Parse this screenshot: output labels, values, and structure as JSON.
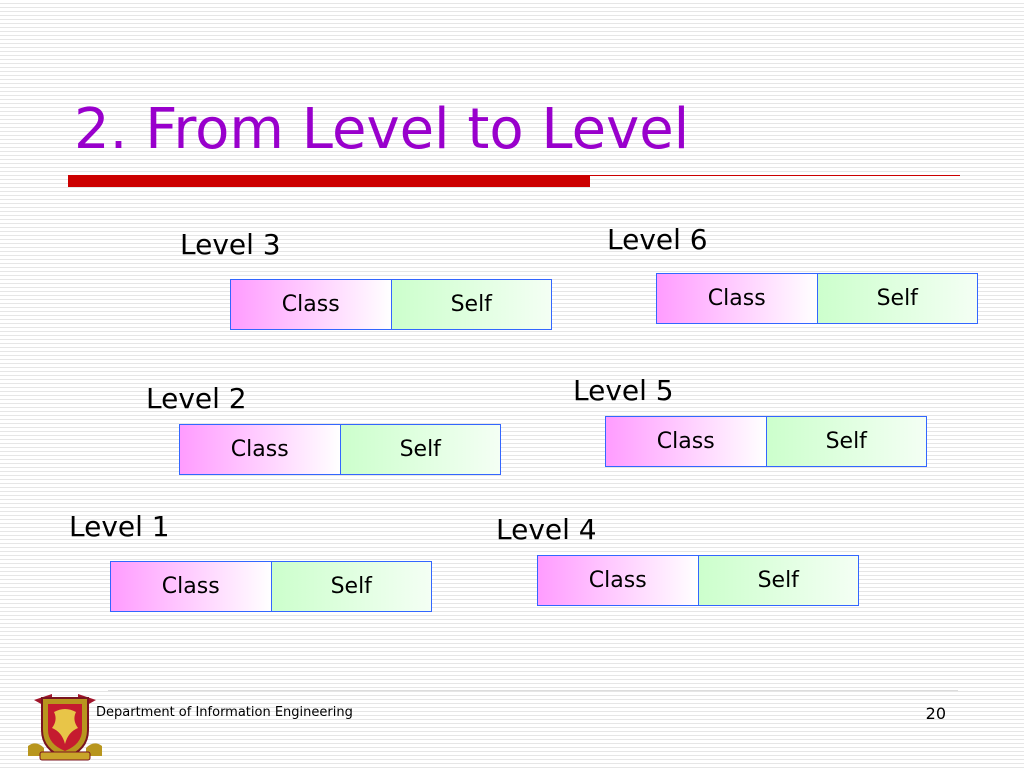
{
  "slide": {
    "title": "2. From Level to Level",
    "footer": "Department of Information Engineering",
    "page_number": "20"
  },
  "levels": [
    {
      "label": "Level 1",
      "class": "Class",
      "self": "Self"
    },
    {
      "label": "Level 2",
      "class": "Class",
      "self": "Self"
    },
    {
      "label": "Level 3",
      "class": "Class",
      "self": "Self"
    },
    {
      "label": "Level 4",
      "class": "Class",
      "self": "Self"
    },
    {
      "label": "Level 5",
      "class": "Class",
      "self": "Self"
    },
    {
      "label": "Level 6",
      "class": "Class",
      "self": "Self"
    }
  ],
  "colors": {
    "title": "#9900cc",
    "rule": "#cc0000",
    "box_border": "#3366ff",
    "class_fill": "#ff9cff",
    "self_fill": "#ccffcc"
  }
}
